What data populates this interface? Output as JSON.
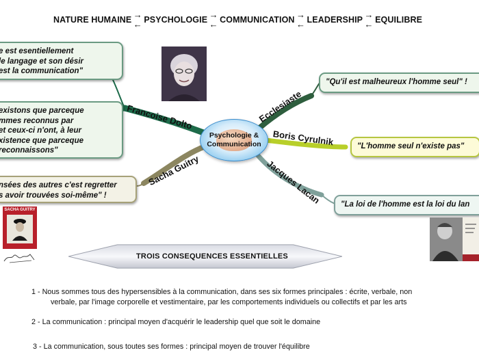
{
  "header": {
    "steps": [
      "NATURE HUMAINE",
      "PSYCHOLOGIE",
      "COMMUNICATION",
      "LEADERSHIP",
      "EQUILIBRE"
    ],
    "forward_arrow": "→",
    "back_arrow": "←"
  },
  "center": {
    "line1": "Psychologie &",
    "line2": "Communication"
  },
  "branches": {
    "dolto": "Francoise Dolto",
    "guitry": "Sacha Guitry",
    "ecclesiaste": "Ecclesiaste",
    "cyrulnik": "Boris Cyrulnik",
    "lacan": "Jacques Lacan"
  },
  "quotes": {
    "dolto_1": [
      "e est esentiellement",
      "le langage et son désir",
      " est la communication\""
    ],
    "dolto_2": [
      "existons que parceque",
      "mmes reconnus par",
      "et ceux-ci n'ont, à leur",
      "xistence que parceque",
      "reconnaissons\""
    ],
    "guitry": [
      "nsées des autres c'est regretter",
      "s avoir trouvées soi-même\" !"
    ],
    "ecclesiaste": "\"Qu'il est malheureux l'homme seul\" !",
    "cyrulnik": "\"L'homme seul n'existe pas\"",
    "lacan": "\"La loi de l'homme est la loi du lan"
  },
  "guitry_poster_title": "SACHA GUITRY",
  "banner": "TROIS CONSEQUENCES ESSENTIELLES",
  "consequences": {
    "c1_line1": "1 - Nous sommes tous des hypersensibles à la communication, dans ses six formes principales : écrite, verbale, non",
    "c1_line2": "verbale, par l'image corporelle et vestimentaire, par les comportements individuels ou collectifs et par les arts",
    "c2": "2 - La communication : principal moyen d'acquérir le leadership quel que soit le domaine",
    "c3": "3 - La communication, sous toutes ses formes : principal moyen de trouver l'équilibre"
  },
  "colors": {
    "branch_dolto": "#1d6b4a",
    "branch_guitry": "#8c8660",
    "branch_ecclesiaste": "#2e5e3e",
    "branch_cyrulnik": "#b8cf2a",
    "branch_lacan": "#7fa09a"
  }
}
